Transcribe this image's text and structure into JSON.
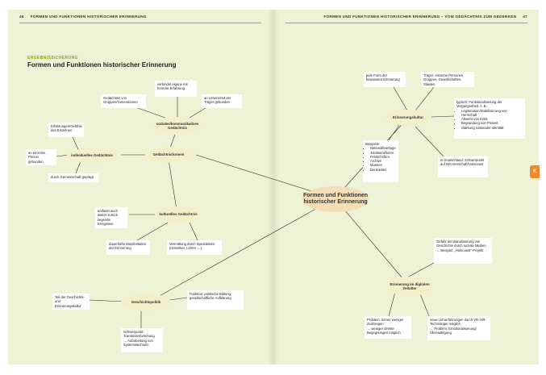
{
  "left_page": {
    "page_number": "46",
    "running_head": "FORMEN UND FUNKTIONEN HISTORISCHER ERINNERUNG",
    "section_label": "ERGEBNISSICHERUNG",
    "section_title": "Formen und Funktionen historischer Erinnerung"
  },
  "right_page": {
    "page_number": "47",
    "running_head": "FORMEN UND FUNKTIONEN HISTORISCHER ERINNERUNG – VOM GEDÄCHTNIS ZUM GEDENKEN",
    "tab_letter": "K"
  },
  "nodes": {
    "center": "Formen und Funktionen historischer Erinnerung",
    "gedaechtnisformen": "Gedächtnisformen",
    "sozial": "soziales/kommunikatives Gedächtnis",
    "individuell": "individuelles Gedächtnis",
    "kulturell": "kulturelles Gedächtnis",
    "geschichtspolitik": "Geschichtspolitik",
    "erinnerungskultur": "Erinnerungskultur",
    "digital": "Erinnerung im digitalen Zeitalter"
  },
  "boxes": {
    "verbindet": "verbindet eigene mit fremder Erfahrung",
    "gruppen": "Gedächtnis von Gruppen/Generationen",
    "lebenszeit": "an Lebenszeit der Träger gebunden",
    "erfahrungen": "Erfahrungen/Gefühle des Einzelnen",
    "person": "an einzelne Person gebunden",
    "gemeinschaft": "durch Gemeinschaft geprägt",
    "umfasst": "umfasst auch weiter zurück-liegende Ereignisse",
    "manifestation": "dauerhafte Manifestation der Erinnerung",
    "vermittlung": "Vermittlung durch Spezialisten (Historiker, Lehrer …)",
    "teil": "Teil der Geschichts- und Erinnerungskultur",
    "funktion": "Funktion: politische Bildung, gesellschaftliche Aufklärung",
    "schwerpunkt_line1": "Schwerpunkt: Transitionsforschung",
    "schwerpunkt_line2": "Aufarbeitung von Systemwechseln",
    "jede_form": "jede Form der bewussten Erinnerung",
    "traeger": "Träger: einzelne Personen, Gruppen, Gesellschaften, Staaten",
    "typisch_title": "typisch: Funktionalisierung der Vergangenheit, z. B.:",
    "typisch_items": [
      "Legitimation/Stabilisierung von Herrschaft",
      "Abwehr von Kritik",
      "Begründung von Protest",
      "Stärkung nationaler Identität"
    ],
    "beispiele_title": "Beispiele:",
    "beispiele_items": [
      "Nationalfeiertage",
      "Jubiläumsfeiern",
      "Festschriften",
      "Archive",
      "Museen",
      "Denkmäler"
    ],
    "deutschland": "in Deutschland: Schwerpunkt auf NS-Herrschaft/Holocaust",
    "gefahr_line1": "Gefahr der Banalisierung von Geschichte durch soziale Medien",
    "gefahr_line2": "Beispiel: „Holocaust“-Projekt",
    "problem_line1": "Problem: immer weniger Zeitzeugen",
    "problem_line2": "weniger direkte Begegnungen möglich",
    "neue_line1": "neue Lernerfahrungen durch VR-/AR-Technologie möglich",
    "neue_line2": "Problem: Emotionalisierung/ Überwältigung"
  },
  "colors": {
    "page_background": "#eef3d6",
    "ellipse": "#f2f0c8",
    "main_ellipse": "#f5deb6",
    "accent_green": "#8aa51e",
    "tab_orange": "#f08a28"
  }
}
